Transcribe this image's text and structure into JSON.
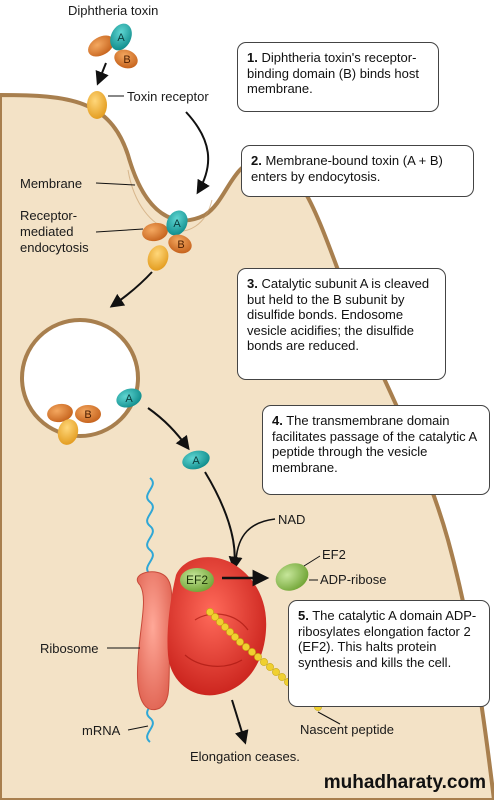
{
  "labels": {
    "toxin": "Diphtheria toxin",
    "receptor": "Toxin receptor",
    "membrane": "Membrane",
    "endocytosis": [
      "Receptor-",
      "mediated",
      "endocytosis"
    ],
    "nad": "NAD",
    "ef2": "EF2",
    "adp_ribose": "ADP-ribose",
    "ribosome": "Ribosome",
    "mrna": "mRNA",
    "nascent": "Nascent peptide",
    "ceases": "Elongation ceases."
  },
  "subunits": {
    "a": "A",
    "b": "B",
    "ef2": "EF2"
  },
  "steps": [
    {
      "num": "1.",
      "text": "Diphtheria toxin's receptor-binding domain (B) binds host membrane."
    },
    {
      "num": "2.",
      "text": "Membrane-bound toxin (A + B) enters by endocytosis."
    },
    {
      "num": "3.",
      "text": "Catalytic subunit A is cleaved but held to the B subunit by disulfide bonds. Endosome vesicle acidifies; the disulfide bonds are reduced."
    },
    {
      "num": "4.",
      "text": "The transmembrane domain facilitates passage of the catalytic A peptide through the vesicle membrane."
    },
    {
      "num": "5.",
      "text": "The catalytic A domain ADP-ribosylates elongation factor 2 (EF2). This halts protein synthesis and kills the cell."
    }
  ],
  "watermark": "muhadharaty.com",
  "colors": {
    "cytoplasm": "#f3e2c6",
    "membrane": "#a87f4e",
    "subunit_a": "#17a2a2",
    "subunit_b": "#e07f30",
    "receptor": "#f2b43a",
    "ribosome": "#e8392e",
    "ef2": "#8cbf4a",
    "mrna": "#2fa7d6",
    "peptide": "#f0d030"
  }
}
